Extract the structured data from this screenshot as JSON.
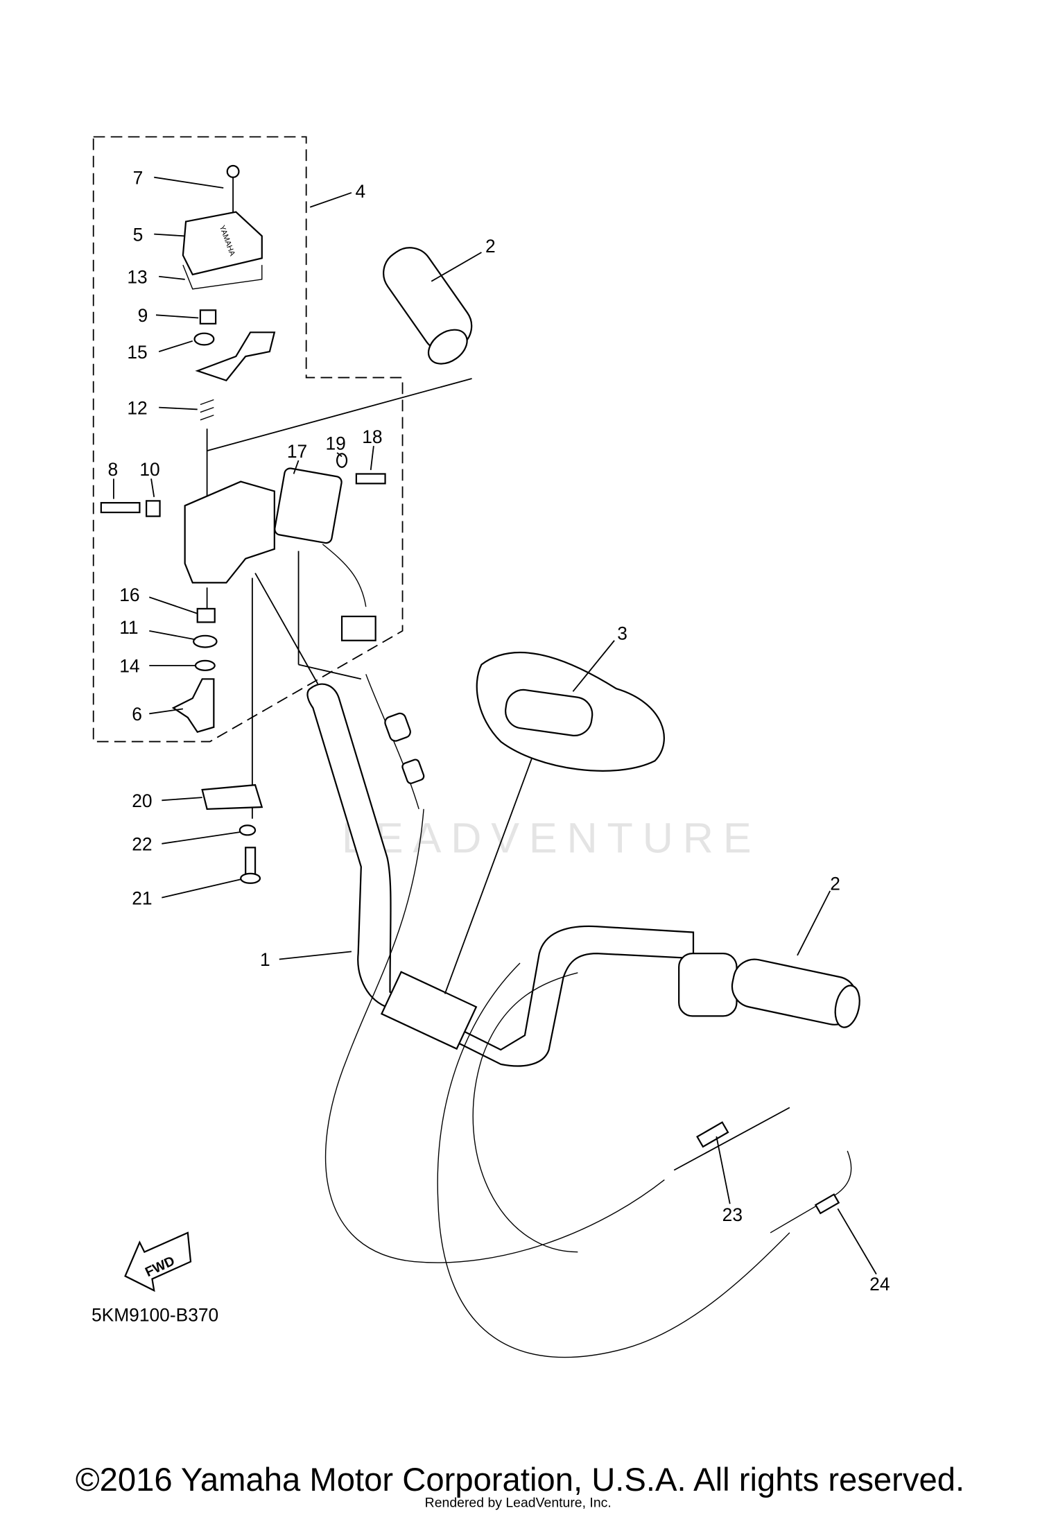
{
  "diagram": {
    "diagram_code": "5KM9100-B370",
    "forward_arrow_label": "FWD",
    "watermark": "LEADVENTURE",
    "copyright": "©2016 Yamaha Motor Corporation, U.S.A. All rights reserved.",
    "rendered_by": "Rendered by LeadVenture, Inc.",
    "cover_logo": "YAMAHA",
    "callouts": {
      "c1": "1",
      "c2a": "2",
      "c2b": "2",
      "c3": "3",
      "c4": "4",
      "c5": "5",
      "c6": "6",
      "c7": "7",
      "c8": "8",
      "c9": "9",
      "c10": "10",
      "c11": "11",
      "c12": "12",
      "c13": "13",
      "c14": "14",
      "c15": "15",
      "c16": "16",
      "c17": "17",
      "c18": "18",
      "c19": "19",
      "c20": "20",
      "c21": "21",
      "c22": "22",
      "c23": "23",
      "c24": "24"
    }
  }
}
